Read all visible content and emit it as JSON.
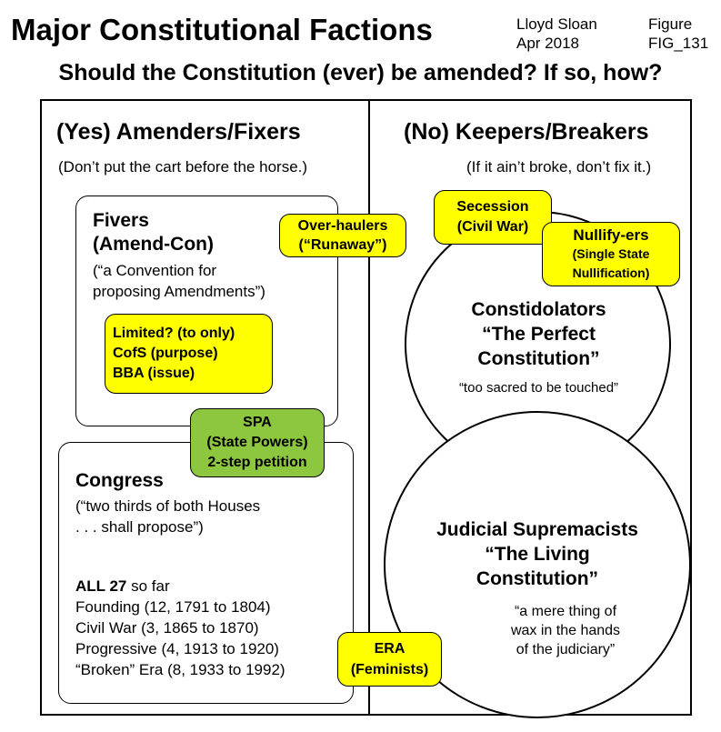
{
  "header": {
    "title": "Major Constitutional Factions",
    "author": "Lloyd Sloan",
    "date": "Apr 2018",
    "figure_label": "Figure",
    "figure_id": "FIG_131",
    "question": "Should the Constitution (ever) be amended? If so, how?"
  },
  "left": {
    "heading": "(Yes) Amenders/Fixers",
    "subheading": "(Don’t put the cart before the horse.)",
    "fivers": {
      "title_1": "Fivers",
      "title_2": "(Amend-Con)",
      "desc_1": "(“a Convention for",
      "desc_2": "proposing Amendments”)",
      "limited_1": "Limited? (to only)",
      "limited_2": "CofS (purpose)",
      "limited_3": "BBA (issue)"
    },
    "overhaulers_1": "Over-haulers",
    "overhaulers_2": "(“Runaway”)",
    "spa_1": "SPA",
    "spa_2": "(State Powers)",
    "spa_3": "2-step petition",
    "congress": {
      "title": "Congress",
      "desc_1": "(“two thirds of both Houses",
      "desc_2": ". . .  shall propose”)",
      "all_bold": "ALL 27",
      "all_rest": " so far",
      "eras": [
        "Founding (12, 1791 to 1804)",
        "Civil War (3, 1865 to 1870)",
        "Progressive (4, 1913 to 1920)",
        "“Broken” Era (8, 1933 to 1992)"
      ]
    }
  },
  "right": {
    "heading": "(No) Keepers/Breakers",
    "subheading": "(If it ain’t broke, don’t fix it.)",
    "secession_1": "Secession",
    "secession_2": "(Civil War)",
    "nullify_1": "Nullify-ers",
    "nullify_2": "(Single State",
    "nullify_3": "Nullification)",
    "constidolators": {
      "title_1": "Constidolators",
      "title_2": "“The Perfect",
      "title_3": "Constitution”",
      "quote": "“too sacred to be touched”"
    },
    "judicial": {
      "title_1": "Judicial Supremacists",
      "title_2": "“The Living",
      "title_3": "Constitution”",
      "quote_1": "“a mere thing of",
      "quote_2": "wax in the hands",
      "quote_3": "of the judiciary”"
    },
    "era_1": "ERA",
    "era_2": "(Feminists)"
  },
  "colors": {
    "yellow": "#ffff00",
    "green": "#8dc63f",
    "ink": "#000000"
  }
}
